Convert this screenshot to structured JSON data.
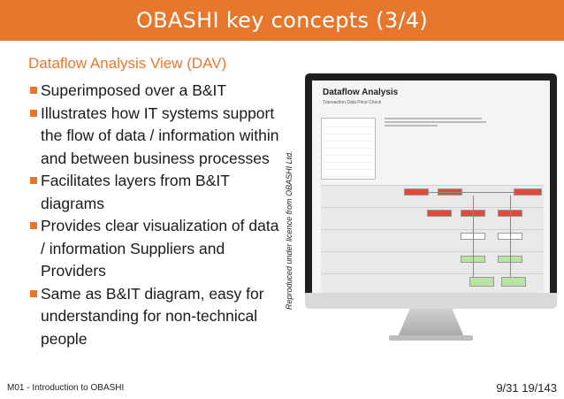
{
  "slide": {
    "title": "OBASHI key concepts (3/4)",
    "subtitle": "Dataflow Analysis View (DAV)",
    "bullets": [
      "Superimposed over a B&IT",
      "Illustrates how IT systems support the flow of data / information within and between business processes",
      "Facilitates layers from B&IT diagrams",
      "Provides clear visualization of data / information Suppliers and Providers",
      "Same as B&IT diagram, easy for understanding for non-technical people"
    ],
    "credit": "Reproduced under licence from OBASHI Ltd.",
    "footer_left": "M01 - Introduction to OBASHI",
    "footer_right": "9/31 19/143"
  },
  "monitor": {
    "screen_title": "Dataflow Analysis",
    "screen_subtitle": "Transaction Data Price Check"
  },
  "colors": {
    "accent": "#e8772e",
    "screen_red": "#e04a3a",
    "screen_green": "#b8e3a0"
  }
}
